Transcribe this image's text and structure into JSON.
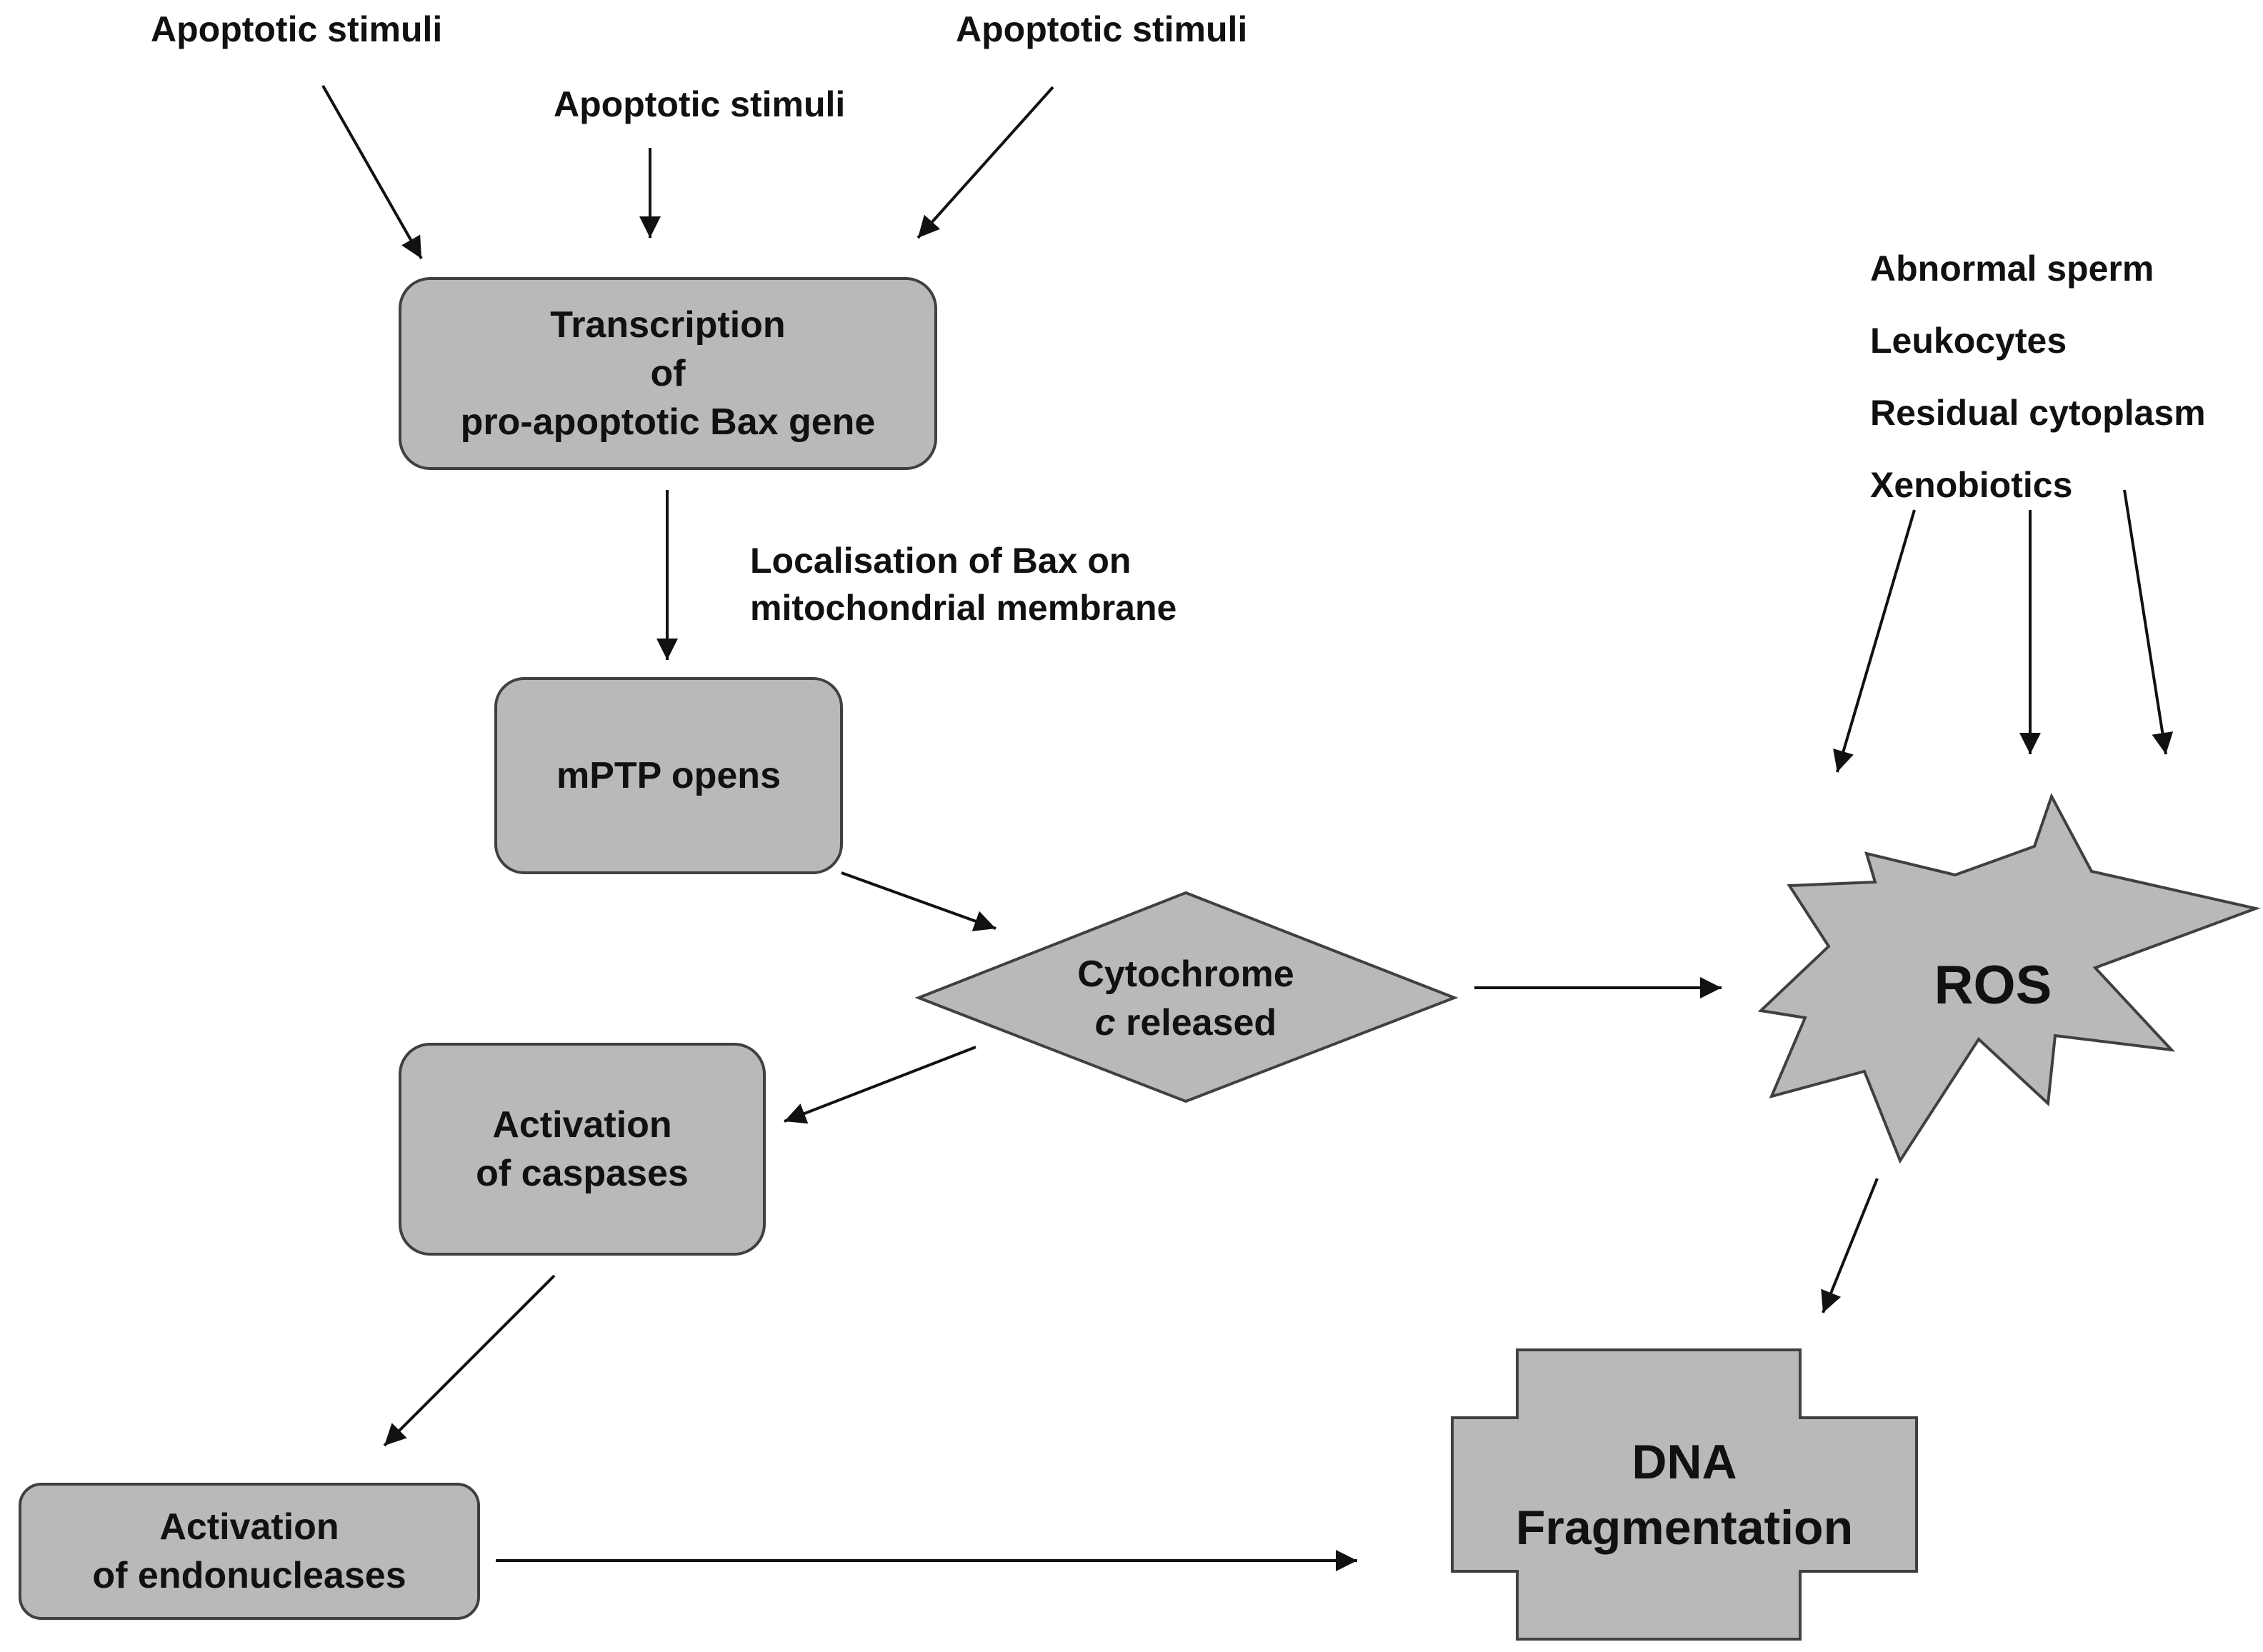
{
  "stimuli": {
    "left": "Apoptotic stimuli",
    "center": "Apoptotic stimuli",
    "right": "Apoptotic stimuli"
  },
  "nodes": {
    "transcription": {
      "line1": "Transcription",
      "line2": "of",
      "line3": "pro-apoptotic Bax gene"
    },
    "localisation": {
      "line1": "Localisation of Bax on",
      "line2": "mitochondrial membrane"
    },
    "mptp": {
      "label": "mPTP opens"
    },
    "cytochrome": {
      "line1": "Cytochrome",
      "line2_italic": "c",
      "line2_rest": " released"
    },
    "caspases": {
      "line1": "Activation",
      "line2": "of caspases"
    },
    "endonucleases": {
      "line1": "Activation",
      "line2": "of endonucleases"
    },
    "ros": {
      "label": "ROS"
    },
    "dna": {
      "line1": "DNA",
      "line2": "Fragmentation"
    }
  },
  "ros_sources": [
    "Abnormal sperm",
    "Leukocytes",
    "Residual cytoplasm",
    "Xenobiotics"
  ],
  "colors": {
    "node_fill": "#b9b9b9",
    "stroke": "#404040",
    "text": "#111111",
    "background": "#ffffff"
  }
}
